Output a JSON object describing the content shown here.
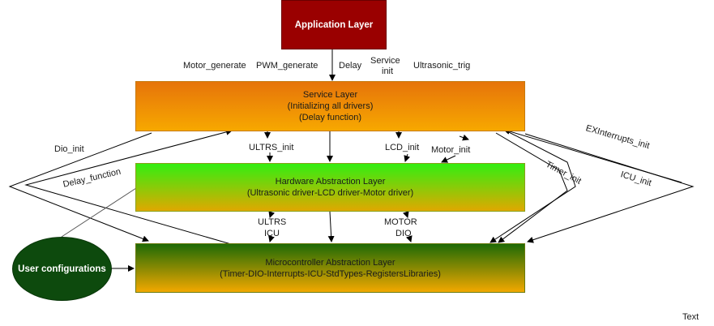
{
  "layers": {
    "application": "Application Layer",
    "service": {
      "title": "Service Layer",
      "line1": "(Initializing all drivers)",
      "line2": "(Delay function)"
    },
    "hal": {
      "title": "Hardware Abstraction Layer",
      "line1": "(Ultrasonic driver-LCD driver-Motor driver)"
    },
    "mcal": {
      "title": "Microcontroller Abstraction Layer",
      "line1": "(Timer-DIO-Interrupts-ICU-StdTypes-RegistersLibraries)"
    }
  },
  "user_config": "User configurations",
  "labels": {
    "motor_generate": "Motor_generate",
    "pwm_generate": "PWM_generate",
    "delay": "Delay",
    "service": "Service",
    "init": "init",
    "ultrasonic_trig": "Ultrasonic_trig",
    "dio_init": "Dio_init",
    "delay_function": "Delay_function",
    "ultrs_init": "ULTRS_init",
    "lcd_init": "LCD_init",
    "motor_init": "Motor_init",
    "exinterrupts_init": "EXInterrupts_init",
    "timer_init": "Timer_init",
    "icu_init": "ICU_init",
    "ultrs": "ULTRS",
    "icu": "ICU",
    "motor": "MOTOR",
    "dio": "DIO",
    "text": "Text"
  }
}
